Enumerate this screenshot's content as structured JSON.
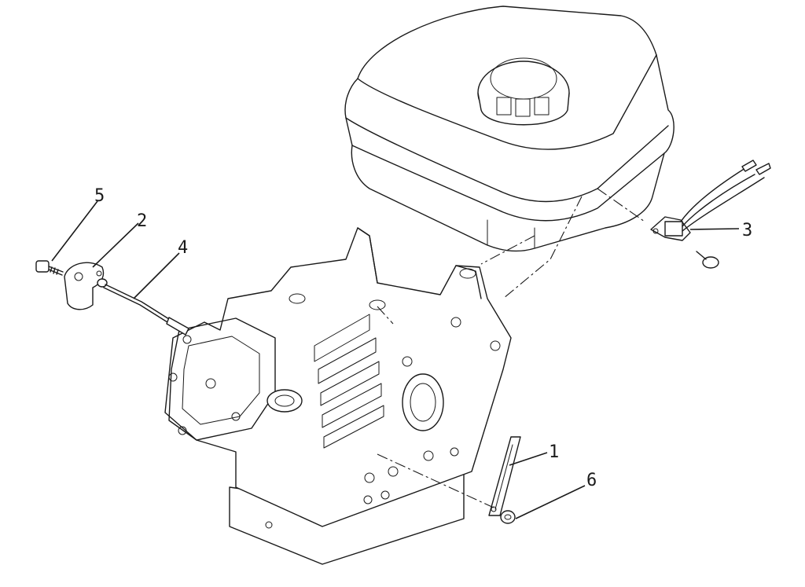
{
  "callouts": [
    {
      "id": "1",
      "label": "1"
    },
    {
      "id": "2",
      "label": "2"
    },
    {
      "id": "3",
      "label": "3"
    },
    {
      "id": "4",
      "label": "4"
    },
    {
      "id": "5",
      "label": "5"
    },
    {
      "id": "6",
      "label": "6"
    }
  ],
  "colors": {
    "ink": "#1a1a1a",
    "background": "#ffffff"
  }
}
